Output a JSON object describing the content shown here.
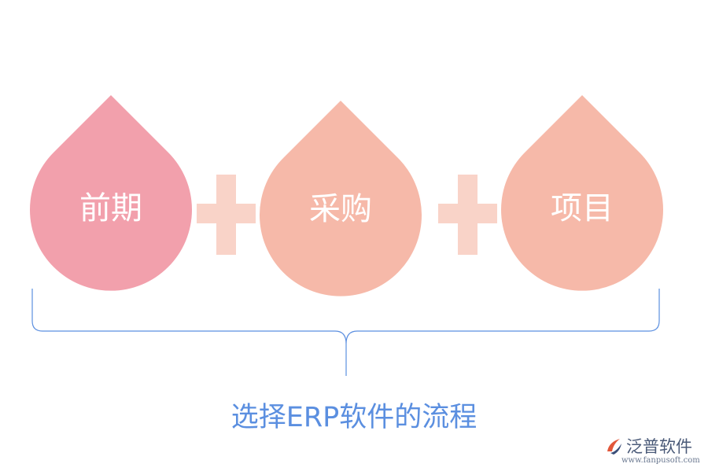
{
  "drops": [
    {
      "label": "前期",
      "color": "#f2a0ac"
    },
    {
      "label": "采购",
      "color": "#f6b9a9"
    },
    {
      "label": "项目",
      "color": "#f6b9a9"
    }
  ],
  "plus_color": "#f9d3c8",
  "brace_color": "#5b8fe0",
  "caption": "选择ERP软件的流程",
  "logo": {
    "name": "泛普软件",
    "url": "www.fanpusoft.com",
    "accent": "#e2573a",
    "text_color": "#4a5a78"
  }
}
